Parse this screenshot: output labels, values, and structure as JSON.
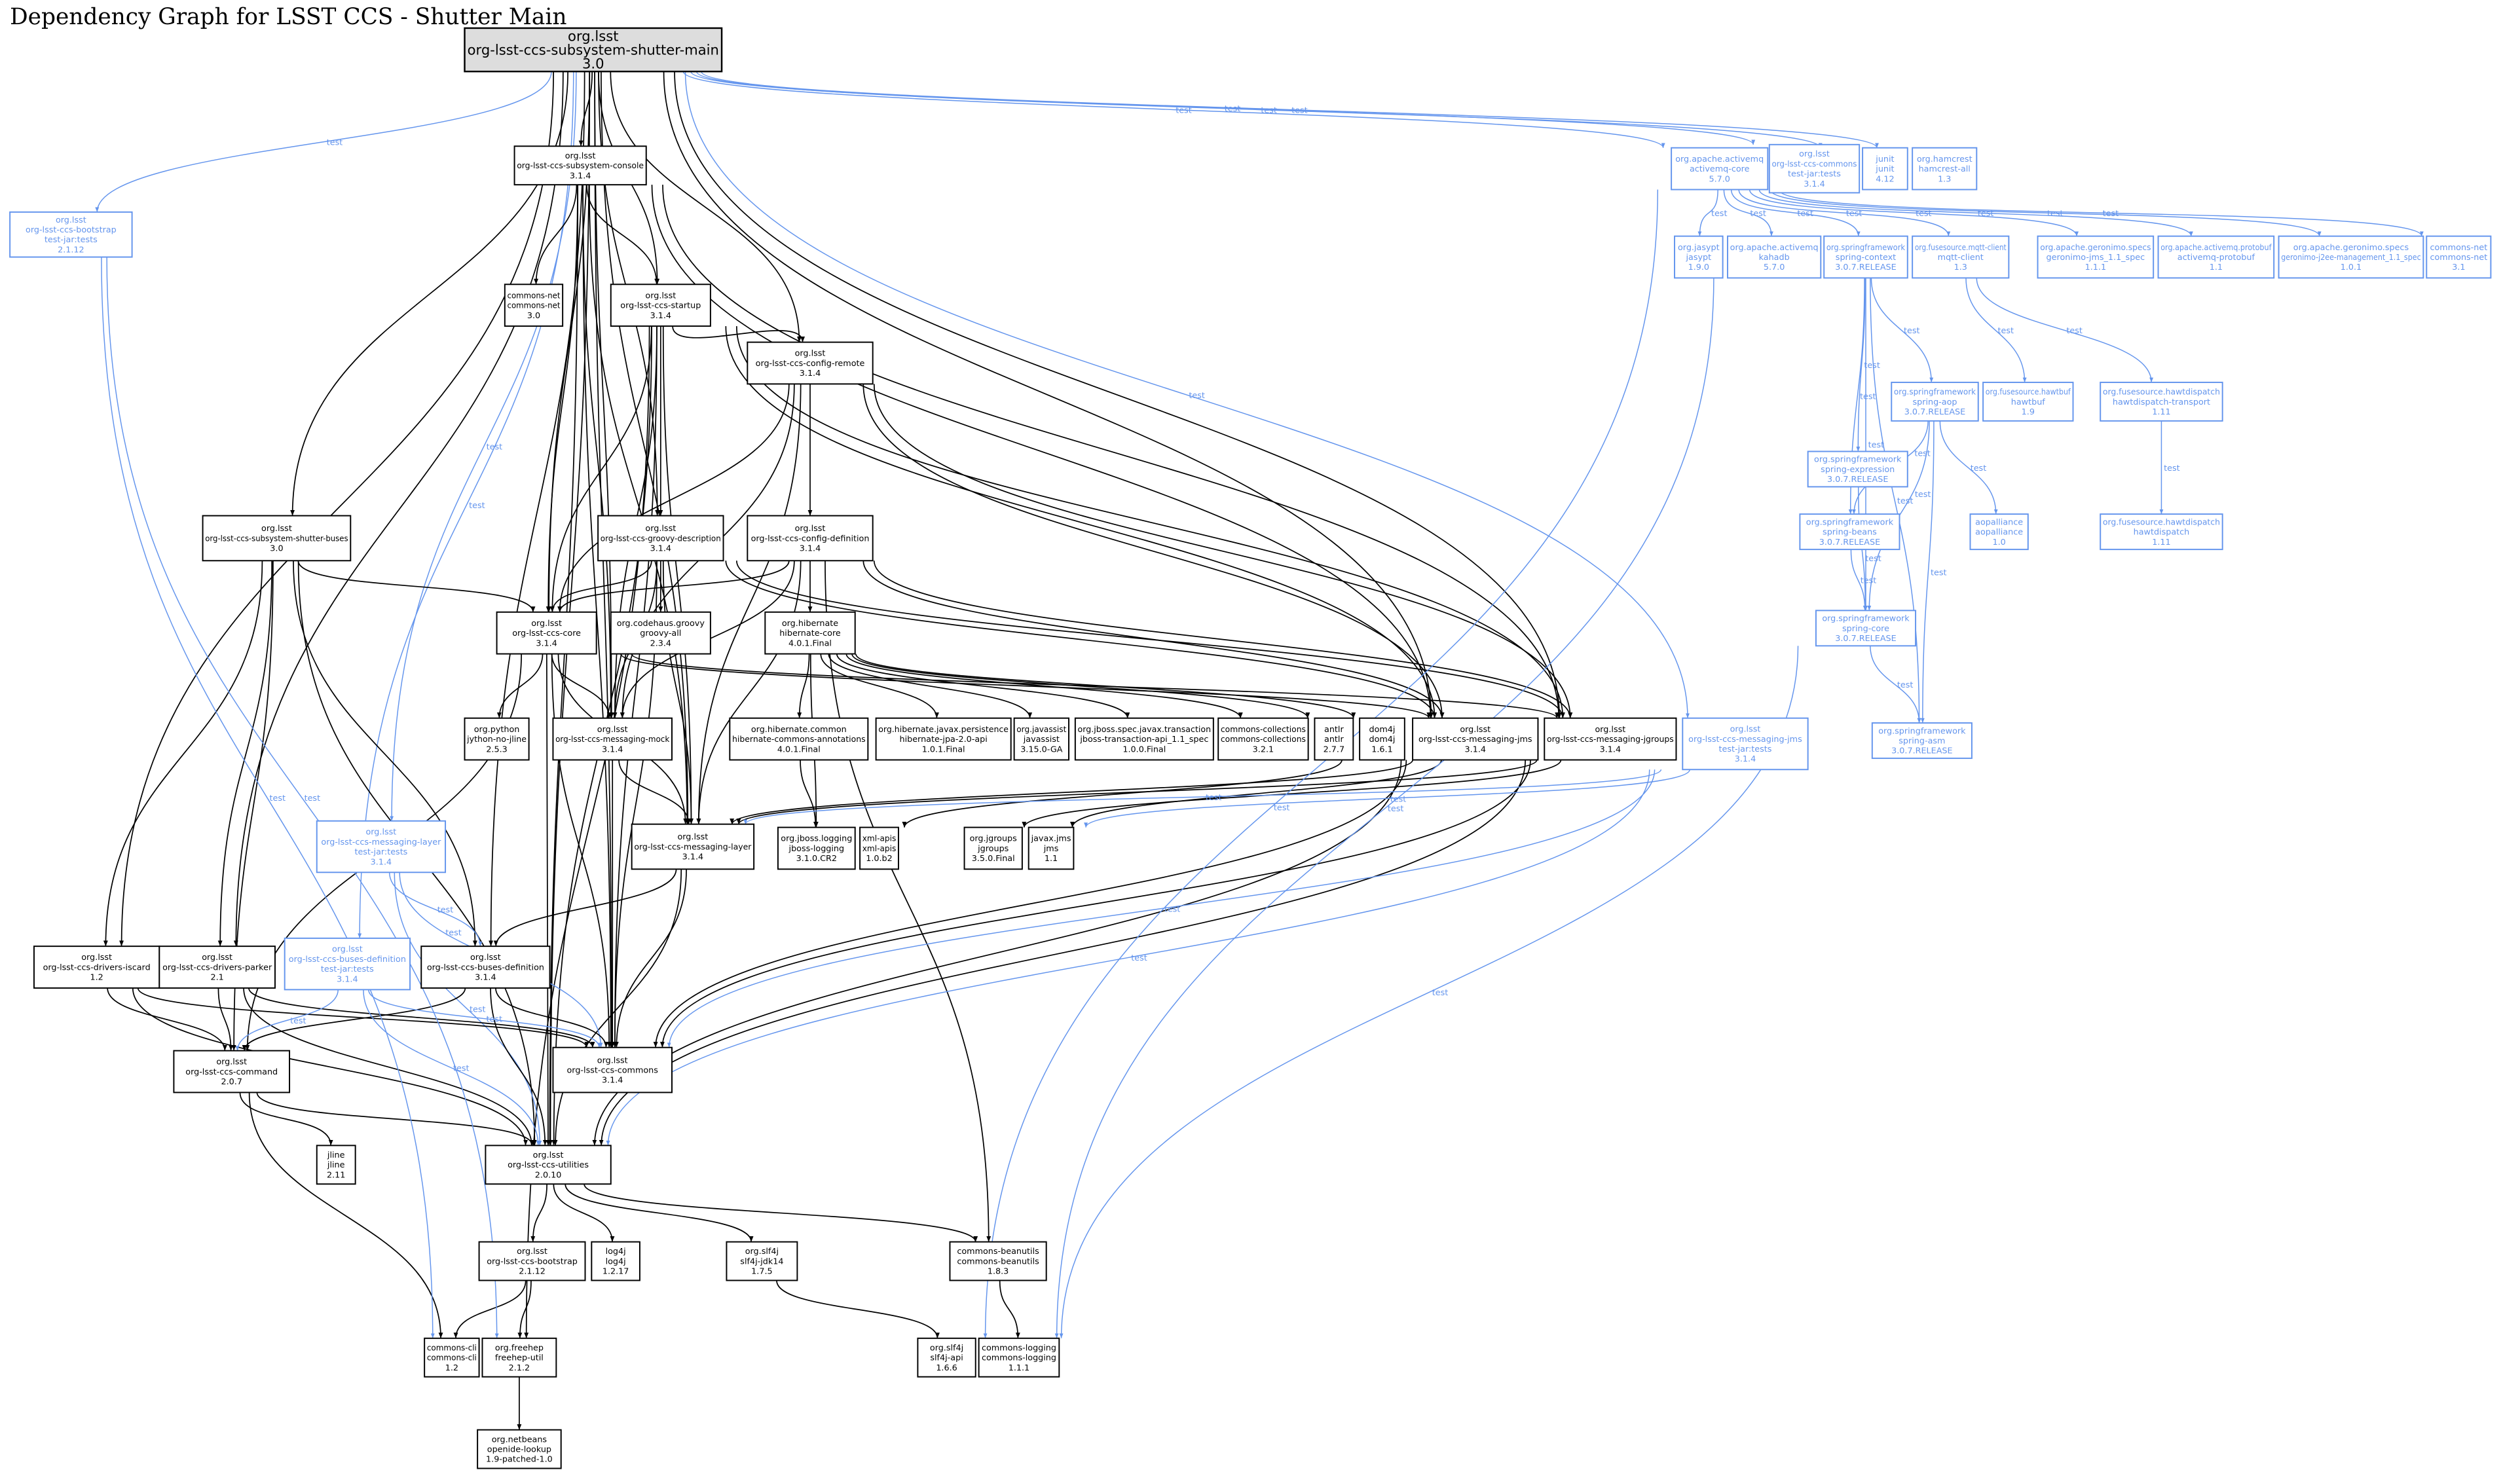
{
  "title": "Dependency Graph for LSST CCS - Shutter Main",
  "colors": {
    "normal": "#000000",
    "test": "#6495ED",
    "root_fill": "#DDDDDD"
  },
  "edge_label_test": "test",
  "nodes": [
    {
      "id": "root",
      "lines": [
        "org.lsst",
        "org-lsst-ccs-subsystem-shutter-main",
        "3.0"
      ],
      "test": false,
      "root": true
    },
    {
      "id": "console",
      "lines": [
        "org.lsst",
        "org-lsst-ccs-subsystem-console",
        "3.1.4"
      ],
      "test": false
    },
    {
      "id": "commonsnet30",
      "lines": [
        "commons-net",
        "commons-net",
        "3.0"
      ],
      "test": false
    },
    {
      "id": "startup",
      "lines": [
        "org.lsst",
        "org-lsst-ccs-startup",
        "3.1.4"
      ],
      "test": false
    },
    {
      "id": "configremote",
      "lines": [
        "org.lsst",
        "org-lsst-ccs-config-remote",
        "3.1.4"
      ],
      "test": false
    },
    {
      "id": "groovydesc",
      "lines": [
        "org.lsst",
        "org-lsst-ccs-groovy-description",
        "3.1.4"
      ],
      "test": false
    },
    {
      "id": "configdef",
      "lines": [
        "org.lsst",
        "org-lsst-ccs-config-definition",
        "3.1.4"
      ],
      "test": false
    },
    {
      "id": "shutterbuses",
      "lines": [
        "org.lsst",
        "org-lsst-ccs-subsystem-shutter-buses",
        "3.0"
      ],
      "test": false
    },
    {
      "id": "core",
      "lines": [
        "org.lsst",
        "org-lsst-ccs-core",
        "3.1.4"
      ],
      "test": false
    },
    {
      "id": "groovyall",
      "lines": [
        "org.codehaus.groovy",
        "groovy-all",
        "2.3.4"
      ],
      "test": false
    },
    {
      "id": "hibcore",
      "lines": [
        "org.hibernate",
        "hibernate-core",
        "4.0.1.Final"
      ],
      "test": false
    },
    {
      "id": "jython",
      "lines": [
        "org.python",
        "jython-no-jline",
        "2.5.3"
      ],
      "test": false
    },
    {
      "id": "mock",
      "lines": [
        "org.lsst",
        "org-lsst-ccs-messaging-mock",
        "3.1.4"
      ],
      "test": false
    },
    {
      "id": "hibann",
      "lines": [
        "org.hibernate.common",
        "hibernate-commons-annotations",
        "4.0.1.Final"
      ],
      "test": false
    },
    {
      "id": "hibjpa",
      "lines": [
        "org.hibernate.javax.persistence",
        "hibernate-jpa-2.0-api",
        "1.0.1.Final"
      ],
      "test": false
    },
    {
      "id": "javassist",
      "lines": [
        "org.javassist",
        "javassist",
        "3.15.0-GA"
      ],
      "test": false
    },
    {
      "id": "jbosstx",
      "lines": [
        "org.jboss.spec.javax.transaction",
        "jboss-transaction-api_1.1_spec",
        "1.0.0.Final"
      ],
      "test": false
    },
    {
      "id": "collections",
      "lines": [
        "commons-collections",
        "commons-collections",
        "3.2.1"
      ],
      "test": false
    },
    {
      "id": "antlr",
      "lines": [
        "antlr",
        "antlr",
        "2.7.7"
      ],
      "test": false
    },
    {
      "id": "dom4j",
      "lines": [
        "dom4j",
        "dom4j",
        "1.6.1"
      ],
      "test": false
    },
    {
      "id": "jms",
      "lines": [
        "org.lsst",
        "org-lsst-ccs-messaging-jms",
        "3.1.4"
      ],
      "test": false
    },
    {
      "id": "jgroupsmsg",
      "lines": [
        "org.lsst",
        "org-lsst-ccs-messaging-jgroups",
        "3.1.4"
      ],
      "test": false
    },
    {
      "id": "jmstests",
      "lines": [
        "org.lsst",
        "org-lsst-ccs-messaging-jms",
        "test-jar:tests",
        "3.1.4"
      ],
      "test": true
    },
    {
      "id": "layer",
      "lines": [
        "org.lsst",
        "org-lsst-ccs-messaging-layer",
        "3.1.4"
      ],
      "test": false
    },
    {
      "id": "jbosslog",
      "lines": [
        "org.jboss.logging",
        "jboss-logging",
        "3.1.0.CR2"
      ],
      "test": false
    },
    {
      "id": "xmlapis",
      "lines": [
        "xml-apis",
        "xml-apis",
        "1.0.b2"
      ],
      "test": false
    },
    {
      "id": "jgroups",
      "lines": [
        "org.jgroups",
        "jgroups",
        "3.5.0.Final"
      ],
      "test": false
    },
    {
      "id": "javaxjms",
      "lines": [
        "javax.jms",
        "jms",
        "1.1"
      ],
      "test": false
    },
    {
      "id": "layertests",
      "lines": [
        "org.lsst",
        "org-lsst-ccs-messaging-layer",
        "test-jar:tests",
        "3.1.4"
      ],
      "test": true
    },
    {
      "id": "iscard",
      "lines": [
        "org.lsst",
        "org-lsst-ccs-drivers-iscard",
        "1.2"
      ],
      "test": false
    },
    {
      "id": "parker",
      "lines": [
        "org.lsst",
        "org-lsst-ccs-drivers-parker",
        "2.1"
      ],
      "test": false
    },
    {
      "id": "busdeftests",
      "lines": [
        "org.lsst",
        "org-lsst-ccs-buses-definition",
        "test-jar:tests",
        "3.1.4"
      ],
      "test": true
    },
    {
      "id": "busdef",
      "lines": [
        "org.lsst",
        "org-lsst-ccs-buses-definition",
        "3.1.4"
      ],
      "test": false
    },
    {
      "id": "command",
      "lines": [
        "org.lsst",
        "org-lsst-ccs-command",
        "2.0.7"
      ],
      "test": false
    },
    {
      "id": "commons",
      "lines": [
        "org.lsst",
        "org-lsst-ccs-commons",
        "3.1.4"
      ],
      "test": false
    },
    {
      "id": "jline",
      "lines": [
        "jline",
        "jline",
        "2.11"
      ],
      "test": false
    },
    {
      "id": "utilities",
      "lines": [
        "org.lsst",
        "org-lsst-ccs-utilities",
        "2.0.10"
      ],
      "test": false
    },
    {
      "id": "bootstrap",
      "lines": [
        "org.lsst",
        "org-lsst-ccs-bootstrap",
        "2.1.12"
      ],
      "test": false
    },
    {
      "id": "log4j",
      "lines": [
        "log4j",
        "log4j",
        "1.2.17"
      ],
      "test": false
    },
    {
      "id": "slf4jjdk",
      "lines": [
        "org.slf4j",
        "slf4j-jdk14",
        "1.7.5"
      ],
      "test": false
    },
    {
      "id": "beanutils",
      "lines": [
        "commons-beanutils",
        "commons-beanutils",
        "1.8.3"
      ],
      "test": false
    },
    {
      "id": "cli",
      "lines": [
        "commons-cli",
        "commons-cli",
        "1.2"
      ],
      "test": false
    },
    {
      "id": "freehep",
      "lines": [
        "org.freehep",
        "freehep-util",
        "2.1.2"
      ],
      "test": false
    },
    {
      "id": "slf4japi",
      "lines": [
        "org.slf4j",
        "slf4j-api",
        "1.6.6"
      ],
      "test": false
    },
    {
      "id": "logging",
      "lines": [
        "commons-logging",
        "commons-logging",
        "1.1.1"
      ],
      "test": false
    },
    {
      "id": "netbeans",
      "lines": [
        "org.netbeans",
        "openide-lookup",
        "1.9-patched-1.0"
      ],
      "test": false
    },
    {
      "id": "bootstraptests",
      "lines": [
        "org.lsst",
        "org-lsst-ccs-bootstrap",
        "test-jar:tests",
        "2.1.12"
      ],
      "test": true
    },
    {
      "id": "activemq",
      "lines": [
        "org.apache.activemq",
        "activemq-core",
        "5.7.0"
      ],
      "test": true
    },
    {
      "id": "commonstests",
      "lines": [
        "org.lsst",
        "org-lsst-ccs-commons",
        "test-jar:tests",
        "3.1.4"
      ],
      "test": true
    },
    {
      "id": "junit",
      "lines": [
        "junit",
        "junit",
        "4.12"
      ],
      "test": true
    },
    {
      "id": "hamcrest",
      "lines": [
        "org.hamcrest",
        "hamcrest-all",
        "1.3"
      ],
      "test": true
    },
    {
      "id": "jasypt",
      "lines": [
        "org.jasypt",
        "jasypt",
        "1.9.0"
      ],
      "test": true
    },
    {
      "id": "kahadb",
      "lines": [
        "org.apache.activemq",
        "kahadb",
        "5.7.0"
      ],
      "test": true
    },
    {
      "id": "springctx",
      "lines": [
        "org.springframework",
        "spring-context",
        "3.0.7.RELEASE"
      ],
      "test": true
    },
    {
      "id": "mqtt",
      "lines": [
        "org.fusesource.mqtt-client",
        "mqtt-client",
        "1.3"
      ],
      "test": true
    },
    {
      "id": "geronimojms",
      "lines": [
        "org.apache.geronimo.specs",
        "geronimo-jms_1.1_spec",
        "1.1.1"
      ],
      "test": true
    },
    {
      "id": "protobuf",
      "lines": [
        "org.apache.activemq.protobuf",
        "activemq-protobuf",
        "1.1"
      ],
      "test": true
    },
    {
      "id": "j2ee",
      "lines": [
        "org.apache.geronimo.specs",
        "geronimo-j2ee-management_1.1_spec",
        "1.0.1"
      ],
      "test": true
    },
    {
      "id": "commonsnet31",
      "lines": [
        "commons-net",
        "commons-net",
        "3.1"
      ],
      "test": true
    },
    {
      "id": "springaop",
      "lines": [
        "org.springframework",
        "spring-aop",
        "3.0.7.RELEASE"
      ],
      "test": true
    },
    {
      "id": "hawtbuf",
      "lines": [
        "org.fusesource.hawtbuf",
        "hawtbuf",
        "1.9"
      ],
      "test": true
    },
    {
      "id": "hawttransport",
      "lines": [
        "org.fusesource.hawtdispatch",
        "hawtdispatch-transport",
        "1.11"
      ],
      "test": true
    },
    {
      "id": "springexpr",
      "lines": [
        "org.springframework",
        "spring-expression",
        "3.0.7.RELEASE"
      ],
      "test": true
    },
    {
      "id": "springbeans",
      "lines": [
        "org.springframework",
        "spring-beans",
        "3.0.7.RELEASE"
      ],
      "test": true
    },
    {
      "id": "aopalliance",
      "lines": [
        "aopalliance",
        "aopalliance",
        "1.0"
      ],
      "test": true
    },
    {
      "id": "hawtdispatch",
      "lines": [
        "org.fusesource.hawtdispatch",
        "hawtdispatch",
        "1.11"
      ],
      "test": true
    },
    {
      "id": "springcore",
      "lines": [
        "org.springframework",
        "spring-core",
        "3.0.7.RELEASE"
      ],
      "test": true
    },
    {
      "id": "springasm",
      "lines": [
        "org.springframework",
        "spring-asm",
        "3.0.7.RELEASE"
      ],
      "test": true
    }
  ],
  "edges": [
    [
      "root",
      "console",
      0
    ],
    [
      "root",
      "startup",
      0
    ],
    [
      "root",
      "shutterbuses",
      0
    ],
    [
      "root",
      "core",
      0
    ],
    [
      "root",
      "mock",
      0
    ],
    [
      "root",
      "layer",
      0
    ],
    [
      "root",
      "commons",
      0
    ],
    [
      "root",
      "utilities",
      0
    ],
    [
      "root",
      "iscard",
      0
    ],
    [
      "root",
      "parker",
      0
    ],
    [
      "root",
      "jms",
      0
    ],
    [
      "root",
      "jgroupsmsg",
      0
    ],
    [
      "root",
      "configremote",
      0
    ],
    [
      "root",
      "groovydesc",
      0
    ],
    [
      "root",
      "busdef",
      0
    ],
    [
      "root",
      "bootstraptests",
      1
    ],
    [
      "root",
      "layertests",
      1
    ],
    [
      "root",
      "busdeftests",
      1
    ],
    [
      "root",
      "activemq",
      1
    ],
    [
      "root",
      "commonstests",
      1
    ],
    [
      "root",
      "junit",
      1
    ],
    [
      "root",
      "hamcrest",
      1
    ],
    [
      "root",
      "jmstests",
      1
    ],
    [
      "console",
      "commonsnet30",
      0
    ],
    [
      "console",
      "startup",
      0
    ],
    [
      "console",
      "core",
      0
    ],
    [
      "console",
      "jms",
      0
    ],
    [
      "console",
      "jgroupsmsg",
      0
    ],
    [
      "console",
      "layer",
      0
    ],
    [
      "console",
      "commons",
      0
    ],
    [
      "console",
      "utilities",
      0
    ],
    [
      "console",
      "mock",
      0
    ],
    [
      "startup",
      "configremote",
      0
    ],
    [
      "startup",
      "groovydesc",
      0
    ],
    [
      "startup",
      "core",
      0
    ],
    [
      "startup",
      "mock",
      0
    ],
    [
      "startup",
      "layer",
      0
    ],
    [
      "startup",
      "commons",
      0
    ],
    [
      "startup",
      "utilities",
      0
    ],
    [
      "startup",
      "jms",
      0
    ],
    [
      "startup",
      "jgroupsmsg",
      0
    ],
    [
      "startup",
      "freehep",
      0
    ],
    [
      "configremote",
      "configdef",
      0
    ],
    [
      "configremote",
      "core",
      0
    ],
    [
      "configremote",
      "mock",
      0
    ],
    [
      "configremote",
      "layer",
      0
    ],
    [
      "configremote",
      "jms",
      0
    ],
    [
      "configremote",
      "jgroupsmsg",
      0
    ],
    [
      "groovydesc",
      "groovyall",
      0
    ],
    [
      "groovydesc",
      "core",
      0
    ],
    [
      "groovydesc",
      "mock",
      0
    ],
    [
      "groovydesc",
      "layer",
      0
    ],
    [
      "groovydesc",
      "jms",
      0
    ],
    [
      "groovydesc",
      "jgroupsmsg",
      0
    ],
    [
      "groovydesc",
      "commons",
      0
    ],
    [
      "configdef",
      "hibcore",
      0
    ],
    [
      "configdef",
      "core",
      0
    ],
    [
      "configdef",
      "mock",
      0
    ],
    [
      "configdef",
      "layer",
      0
    ],
    [
      "configdef",
      "jms",
      0
    ],
    [
      "configdef",
      "jgroupsmsg",
      0
    ],
    [
      "configdef",
      "beanutils",
      0
    ],
    [
      "hibcore",
      "hibann",
      0
    ],
    [
      "hibcore",
      "hibjpa",
      0
    ],
    [
      "hibcore",
      "javassist",
      0
    ],
    [
      "hibcore",
      "jbosstx",
      0
    ],
    [
      "hibcore",
      "collections",
      0
    ],
    [
      "hibcore",
      "antlr",
      0
    ],
    [
      "hibcore",
      "dom4j",
      0
    ],
    [
      "hibcore",
      "jbosslog",
      0
    ],
    [
      "hibann",
      "jbosslog",
      0
    ],
    [
      "dom4j",
      "xmlapis",
      0
    ],
    [
      "shutterbuses",
      "core",
      0
    ],
    [
      "shutterbuses",
      "busdef",
      0
    ],
    [
      "shutterbuses",
      "iscard",
      0
    ],
    [
      "shutterbuses",
      "parker",
      0
    ],
    [
      "shutterbuses",
      "command",
      0
    ],
    [
      "shutterbuses",
      "utilities",
      0
    ],
    [
      "core",
      "jython",
      0
    ],
    [
      "core",
      "mock",
      0
    ],
    [
      "core",
      "layer",
      0
    ],
    [
      "core",
      "jms",
      0
    ],
    [
      "core",
      "jgroupsmsg",
      0
    ],
    [
      "core",
      "commons",
      0
    ],
    [
      "core",
      "utilities",
      0
    ],
    [
      "core",
      "command",
      0
    ],
    [
      "mock",
      "layer",
      0
    ],
    [
      "mock",
      "commons",
      0
    ],
    [
      "jms",
      "javaxjms",
      0
    ],
    [
      "jms",
      "layer",
      0
    ],
    [
      "jms",
      "commons",
      0
    ],
    [
      "jms",
      "utilities",
      0
    ],
    [
      "jgroupsmsg",
      "jgroups",
      0
    ],
    [
      "jgroupsmsg",
      "layer",
      0
    ],
    [
      "jgroupsmsg",
      "commons",
      0
    ],
    [
      "jgroupsmsg",
      "utilities",
      0
    ],
    [
      "jmstests",
      "javaxjms",
      1
    ],
    [
      "jmstests",
      "layer",
      1
    ],
    [
      "jmstests",
      "commons",
      1
    ],
    [
      "jmstests",
      "utilities",
      1
    ],
    [
      "layer",
      "busdef",
      0
    ],
    [
      "layer",
      "commons",
      0
    ],
    [
      "layer",
      "utilities",
      0
    ],
    [
      "layertests",
      "busdef",
      1
    ],
    [
      "layertests",
      "commons",
      1
    ],
    [
      "layertests",
      "utilities",
      1
    ],
    [
      "iscard",
      "command",
      0
    ],
    [
      "iscard",
      "commons",
      0
    ],
    [
      "iscard",
      "utilities",
      0
    ],
    [
      "parker",
      "command",
      0
    ],
    [
      "parker",
      "commons",
      0
    ],
    [
      "parker",
      "utilities",
      0
    ],
    [
      "busdef",
      "command",
      0
    ],
    [
      "busdef",
      "commons",
      0
    ],
    [
      "busdef",
      "utilities",
      0
    ],
    [
      "busdeftests",
      "command",
      1
    ],
    [
      "busdeftests",
      "commons",
      1
    ],
    [
      "busdeftests",
      "utilities",
      1
    ],
    [
      "command",
      "jline",
      0
    ],
    [
      "command",
      "utilities",
      0
    ],
    [
      "command",
      "cli",
      0
    ],
    [
      "utilities",
      "bootstrap",
      0
    ],
    [
      "utilities",
      "log4j",
      0
    ],
    [
      "utilities",
      "slf4jjdk",
      0
    ],
    [
      "utilities",
      "beanutils",
      0
    ],
    [
      "bootstrap",
      "cli",
      0
    ],
    [
      "bootstrap",
      "freehep",
      0
    ],
    [
      "slf4jjdk",
      "slf4japi",
      0
    ],
    [
      "beanutils",
      "logging",
      0
    ],
    [
      "freehep",
      "netbeans",
      0
    ],
    [
      "bootstraptests",
      "cli",
      1
    ],
    [
      "bootstraptests",
      "freehep",
      1
    ],
    [
      "activemq",
      "jasypt",
      1
    ],
    [
      "activemq",
      "kahadb",
      1
    ],
    [
      "activemq",
      "springctx",
      1
    ],
    [
      "activemq",
      "mqtt",
      1
    ],
    [
      "activemq",
      "geronimojms",
      1
    ],
    [
      "activemq",
      "protobuf",
      1
    ],
    [
      "activemq",
      "j2ee",
      1
    ],
    [
      "activemq",
      "commonsnet31",
      1
    ],
    [
      "activemq",
      "slf4japi",
      1
    ],
    [
      "kahadb",
      "logging",
      1
    ],
    [
      "springctx",
      "springaop",
      1
    ],
    [
      "springctx",
      "springexpr",
      1
    ],
    [
      "springctx",
      "springbeans",
      1
    ],
    [
      "springctx",
      "springcore",
      1
    ],
    [
      "springctx",
      "springasm",
      1
    ],
    [
      "springaop",
      "springbeans",
      1
    ],
    [
      "springaop",
      "springcore",
      1
    ],
    [
      "springaop",
      "aopalliance",
      1
    ],
    [
      "springaop",
      "springasm",
      1
    ],
    [
      "springexpr",
      "springcore",
      1
    ],
    [
      "springbeans",
      "springcore",
      1
    ],
    [
      "springcore",
      "springasm",
      1
    ],
    [
      "springcore",
      "logging",
      1
    ],
    [
      "mqtt",
      "hawtbuf",
      1
    ],
    [
      "mqtt",
      "hawttransport",
      1
    ],
    [
      "hawttransport",
      "hawtdispatch",
      1
    ]
  ]
}
